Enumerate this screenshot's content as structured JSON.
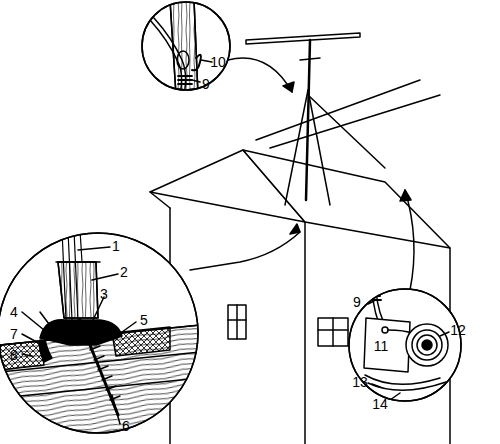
{
  "diagram": {
    "labels": [
      "10",
      "9",
      "1",
      "2",
      "3",
      "4",
      "5",
      "7",
      "8",
      "6",
      "9",
      "11",
      "12",
      "13",
      "14"
    ]
  }
}
